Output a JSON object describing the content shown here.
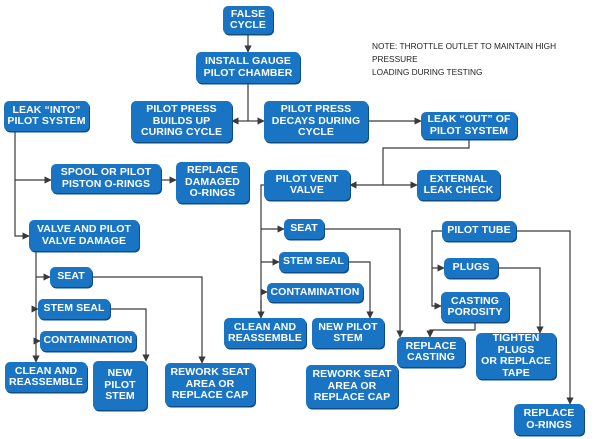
{
  "note": "NOTE: THROTTLE OUTLET TO MAINTAIN HIGH PRESSURE\nLOADING DURING TESTING",
  "nodes": [
    {
      "id": "false-cycle",
      "label": "FALSE\nCYCLE"
    },
    {
      "id": "install-gauge",
      "label": "INSTALL GAUGE\nPILOT CHAMBER"
    },
    {
      "id": "pilot-press-builds",
      "label": "PILOT PRESS\nBUILDS UP\nCURING CYCLE"
    },
    {
      "id": "pilot-press-decays",
      "label": "PILOT PRESS\nDECAYS DURING\nCYCLE"
    },
    {
      "id": "leak-into",
      "label": "LEAK “INTO”\nPILOT SYSTEM"
    },
    {
      "id": "leak-out",
      "label": "LEAK “OUT” OF\nPILOT SYSTEM"
    },
    {
      "id": "spool-pilot",
      "label": "SPOOL OR PILOT\nPISTON O-RINGS"
    },
    {
      "id": "replace-damaged",
      "label": "REPLACE\nDAMAGED\nO-RINGS"
    },
    {
      "id": "pilot-vent",
      "label": "PILOT VENT\nVALVE"
    },
    {
      "id": "external-leak",
      "label": "EXTERNAL\nLEAK CHECK"
    },
    {
      "id": "valve-pilot-damage",
      "label": "VALVE AND PILOT\nVALVE DAMAGE"
    },
    {
      "id": "seat-right",
      "label": "SEAT"
    },
    {
      "id": "pilot-tube",
      "label": "PILOT TUBE"
    },
    {
      "id": "stem-seal-right",
      "label": "STEM SEAL"
    },
    {
      "id": "plugs",
      "label": "PLUGS"
    },
    {
      "id": "seat-left",
      "label": "SEAT"
    },
    {
      "id": "contamination-right",
      "label": "CONTAMINATION"
    },
    {
      "id": "casting-porosity",
      "label": "CASTING\nPOROSITY"
    },
    {
      "id": "stem-seal-left",
      "label": "STEM SEAL"
    },
    {
      "id": "clean-reassemble-right",
      "label": "CLEAN AND\nREASSEMBLE"
    },
    {
      "id": "new-pilot-stem-right",
      "label": "NEW PILOT\nSTEM"
    },
    {
      "id": "replace-casting",
      "label": "REPLACE\nCASTING"
    },
    {
      "id": "tighten-plugs",
      "label": "TIGHTEN\nPLUGS\nOR REPLACE\nTAPE"
    },
    {
      "id": "contamination-left",
      "label": "CONTAMINATION"
    },
    {
      "id": "clean-reassemble-left",
      "label": "CLEAN AND\nREASSEMBLE"
    },
    {
      "id": "new-pilot-stem-left",
      "label": "NEW\nPILOT\nSTEM"
    },
    {
      "id": "rework-seat-left",
      "label": "REWORK SEAT\nAREA OR\nREPLACE CAP"
    },
    {
      "id": "rework-seat-right",
      "label": "REWORK SEAT\nAREA OR\nREPLACE CAP"
    },
    {
      "id": "replace-orings",
      "label": "REPLACE\nO-RINGS"
    }
  ],
  "colors": {
    "node_fill": "#1a74c4",
    "node_text": "#ffffff",
    "line": "#3a3a3a"
  }
}
